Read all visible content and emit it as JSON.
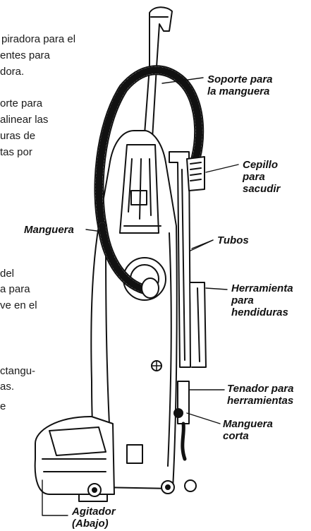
{
  "body_text_fragments": [
    "piradora para el",
    "entes para",
    "dora.",
    "orte para",
    "alinear las",
    "uras de",
    "tas por",
    "del",
    "a para",
    "ve en el",
    "ctangu-",
    "as.",
    "e"
  ],
  "labels": {
    "soporte": [
      "Soporte para",
      "la manguera"
    ],
    "cepillo": [
      "Cepillo",
      "para",
      "sacudir"
    ],
    "manguera": "Manguera",
    "tubos": "Tubos",
    "herramienta": [
      "Herramienta",
      "para",
      "hendiduras"
    ],
    "tenador": [
      "Tenador para",
      "herramientas"
    ],
    "manguera_corta": [
      "Manguera",
      "corta"
    ],
    "agitador": [
      "Agitador",
      "(Abajo)"
    ]
  }
}
